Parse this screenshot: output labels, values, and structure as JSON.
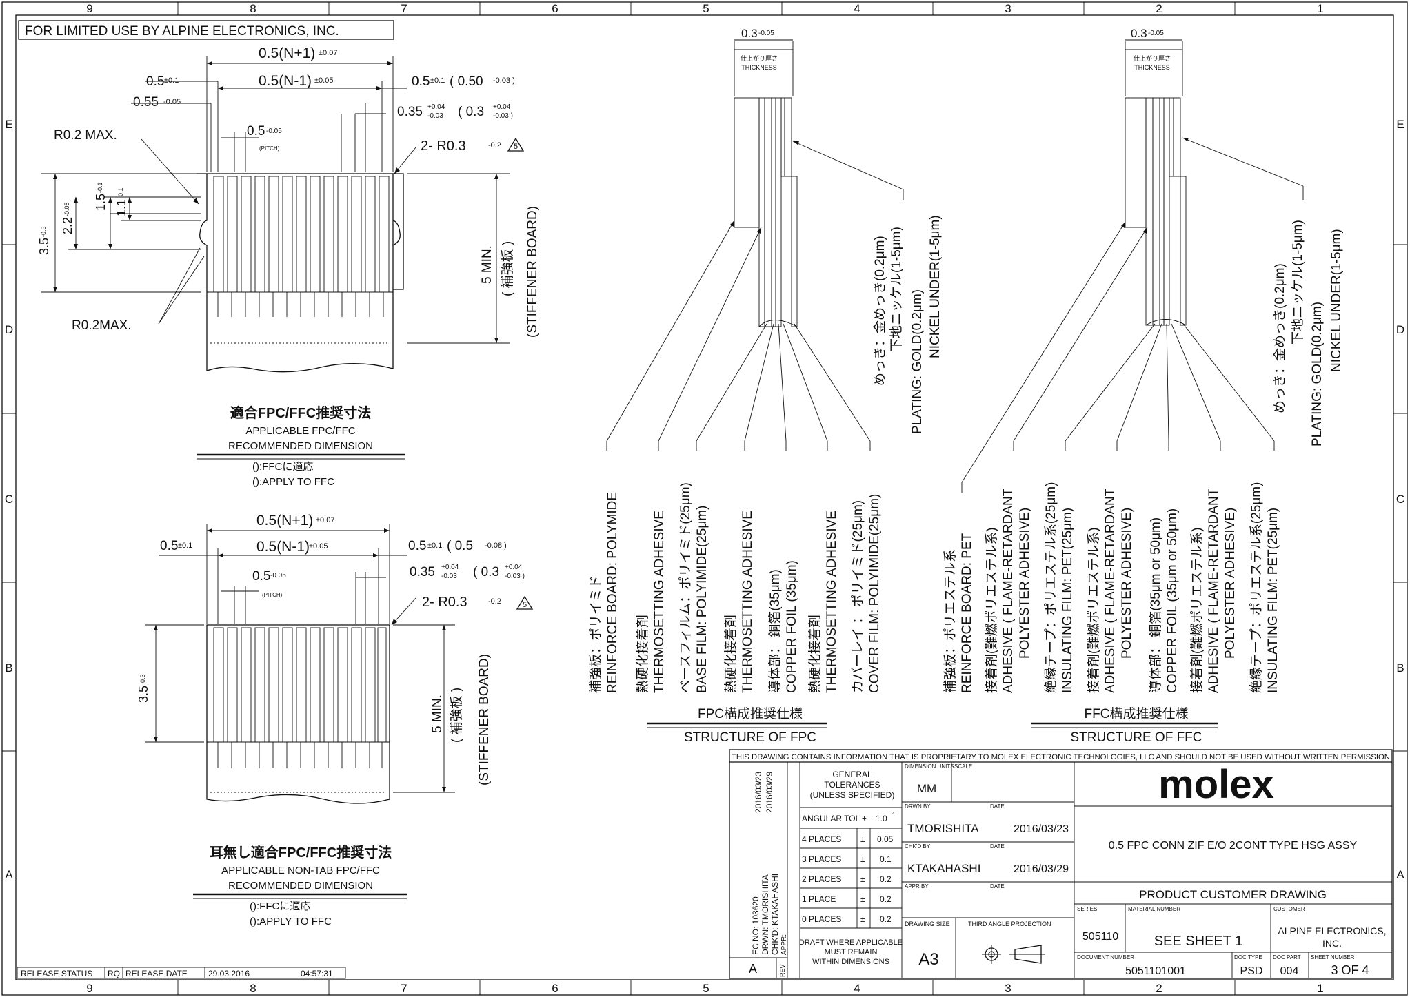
{
  "grid": {
    "cols_top": [
      "9",
      "8",
      "7",
      "6",
      "5",
      "4",
      "3",
      "2",
      "1"
    ],
    "cols_bottom": [
      "9",
      "8",
      "7",
      "6",
      "5",
      "4",
      "3",
      "2",
      "1"
    ],
    "rows": [
      "E",
      "D",
      "C",
      "B",
      "A"
    ]
  },
  "restriction_banner": "FOR LIMITED USE BY ALPINE ELECTRONICS, INC.",
  "view_top": {
    "dim_total": "0.5(N+1)",
    "dim_total_tol": "±0.07",
    "dim_inner": "0.5(N-1)",
    "dim_inner_tol": "±0.05",
    "dim_left_a": "0.5",
    "dim_left_a_tol": "±0.1",
    "dim_left_b": "0.55",
    "dim_left_b_tol": "-0.05",
    "dim_right_a": "0.5",
    "dim_right_a_tol": "±0.1",
    "dim_right_a_ffc": "( 0.50",
    "dim_right_a_ffc_tol": "-0.03 )",
    "dim_right_b": "0.35",
    "dim_right_b_tol_up": "+0.04",
    "dim_right_b_tol_dn": "-0.03",
    "dim_right_b_ffc": "( 0.3",
    "dim_right_b_ffc_tol_up": "+0.04",
    "dim_right_b_ffc_tol_dn": "-0.03 )",
    "pitch": "0.5",
    "pitch_tol": "-0.05",
    "pitch_label": "(PITCH)",
    "r_top": "R0.2 MAX.",
    "r_bottom": "R0.2MAX.",
    "r_corner": "2- R0.3",
    "r_corner_tol": "-0.2",
    "rev_mark": "5",
    "h_total": "3.5",
    "h_total_tol": "-0.3",
    "h_a": "2.2",
    "h_a_tol": "-0.05",
    "h_b": "1.5",
    "h_b_tol": "-0.1",
    "h_c": "1.1",
    "h_c_tol": "-0.1",
    "stiff_dim": "5 MIN.",
    "stiff_jp": "( 補強板 )",
    "stiff_en": "(STIFFENER BOARD)",
    "title_jp": "適合FPC/FFC推奨寸法",
    "title_en1": "APPLICABLE FPC/FFC",
    "title_en2": "RECOMMENDED DIMENSION",
    "note_jp": "():FFCに適応",
    "note_en": "():APPLY TO FFC"
  },
  "view_bottom": {
    "dim_total": "0.5(N+1)",
    "dim_total_tol": "±0.07",
    "dim_inner": "0.5(N-1)",
    "dim_inner_tol": "±0.05",
    "dim_left_a": "0.5",
    "dim_left_a_tol": "±0.1",
    "dim_right_a": "0.5",
    "dim_right_a_tol": "±0.1",
    "dim_right_a_ffc": "( 0.5",
    "dim_right_a_ffc_tol": "-0.08 )",
    "dim_right_b": "0.35",
    "dim_right_b_tol_up": "+0.04",
    "dim_right_b_tol_dn": "-0.03",
    "dim_right_b_ffc": "( 0.3",
    "dim_right_b_ffc_tol_up": "+0.04",
    "dim_right_b_ffc_tol_dn": "-0.03 )",
    "pitch": "0.5",
    "pitch_tol": "-0.05",
    "pitch_label": "(PITCH)",
    "r_corner": "2- R0.3",
    "r_corner_tol": "-0.2",
    "rev_mark": "5",
    "h_total": "3.5",
    "h_total_tol": "-0.3",
    "stiff_dim": "5 MIN.",
    "stiff_jp": "( 補強板 )",
    "stiff_en": "(STIFFENER BOARD)",
    "title_jp": "耳無し適合FPC/FFC推奨寸法",
    "title_en1": "APPLICABLE NON-TAB FPC/FFC",
    "title_en2": "RECOMMENDED DIMENSION",
    "note_jp": "():FFCに適応",
    "note_en": "():APPLY TO FFC"
  },
  "fpc": {
    "thickness": "0.3",
    "thickness_tol": "-0.05",
    "thickness_jp": "仕上がり厚さ",
    "thickness_en": "THICKNESS",
    "plating": [
      "めっき：金めっき(0.2μm)",
      "下地ニッケル(1-5μm)",
      "PLATING: GOLD(0.2μm)",
      "NICKEL UNDER(1-5μm)"
    ],
    "layers": [
      [
        "補強板：ポリイミド",
        "REINFORCE BOARD: POLYMIDE"
      ],
      [
        "熱硬化接着剤",
        "THERMOSETTING ADHESIVE"
      ],
      [
        "ベースフィルム：ポリイミド(25μm)",
        "BASE FILM: POLYIMIDE(25μm)"
      ],
      [
        "熱硬化接着剤",
        "THERMOSETTING ADHESIVE"
      ],
      [
        "導体部： 銅箔(35μm)",
        "COPPER FOIL (35μm)"
      ],
      [
        "熱硬化接着剤",
        "THERMOSETTING ADHESIVE"
      ],
      [
        "カバーレイ ： ポリイミド(25μm)",
        "COVER FILM: POLYIMIDE(25μm)"
      ]
    ],
    "title_jp": "FPC構成推奨仕様",
    "title_en": "STRUCTURE OF FPC"
  },
  "ffc": {
    "thickness": "0.3",
    "thickness_tol": "-0.05",
    "thickness_jp": "仕上がり厚さ",
    "thickness_en": "THICKNESS",
    "plating": [
      "めっき：金めっき(0.2μm)",
      "下地ニッケル(1-5μm)",
      "PLATING: GOLD(0.2μm)",
      "NICKEL UNDER(1-5μm)"
    ],
    "layers": [
      [
        "補強板：ポリエステル系",
        "REINFORCE BOARD: PET"
      ],
      [
        "接着剤(難燃ポリエステル系)",
        "ADHESIVE ( FLAME-RETARDANT",
        "POLYESTER ADHESIVE)"
      ],
      [
        "絶縁テープ：ポリエステル系(25μm)",
        "INSULATING FILM: PET(25μm)"
      ],
      [
        "接着剤(難燃ポリエステル系)",
        "ADHESIVE ( FLAME-RETARDANT",
        "POLYESTER ADHESIVE)"
      ],
      [
        "導体部： 銅箔(35μm or 50μm)",
        "COPPER FOIL (35μm or 50μm)"
      ],
      [
        "接着剤(難燃ポリエステル系)",
        "ADHESIVE ( FLAME-RETARDANT",
        "POLYESTER ADHESIVE)"
      ],
      [
        "絶縁テープ：ポリエステル系(25μm)",
        "INSULATING FILM: PET(25μm)"
      ]
    ],
    "title_jp": "FFC構成推奨仕様",
    "title_en": "STRUCTURE OF FFC"
  },
  "title_block": {
    "proprietary": "THIS DRAWING CONTAINS INFORMATION THAT IS PROPRIETARY TO MOLEX ELECTRONIC TECHNOLOGIES, LLC AND SHOULD NOT BE USED WITHOUT WRITTEN PERMISSION",
    "date1": "2016/03/23",
    "date2": "2016/03/29",
    "ec_no": "EC NO: 103620",
    "drwn": "DRWN: TMORISHITA",
    "chkd": "CHK'D: KTAKAHASHI",
    "appr": "APPR:",
    "rev_label": "REV",
    "rev": "A",
    "general_tol": [
      "GENERAL",
      "TOLERANCES",
      "(UNLESS SPECIFIED)"
    ],
    "tol_rows": [
      [
        "ANGULAR TOL ±",
        "",
        "1.0",
        "°"
      ],
      [
        "4 PLACES",
        "±",
        "0.05",
        ""
      ],
      [
        "3 PLACES",
        "±",
        "0.1",
        ""
      ],
      [
        "2 PLACES",
        "±",
        "0.2",
        ""
      ],
      [
        "1 PLACE",
        "±",
        "0.2",
        ""
      ],
      [
        "0 PLACES",
        "±",
        "0.2",
        ""
      ]
    ],
    "draft_note": [
      "DRAFT WHERE APPLICABLE",
      "MUST REMAIN",
      "WITHIN DIMENSIONS"
    ],
    "dim_units_label": "DIMENSION UNITS",
    "dim_units": "MM",
    "scale_label": "SCALE",
    "drwn_by_label": "DRWN BY",
    "drwn_by": "TMORISHITA",
    "drwn_date": "2016/03/23",
    "chkd_by_label": "CHK'D BY",
    "chkd_by": "KTAKAHASHI",
    "chkd_date": "2016/03/29",
    "appr_by_label": "APPR BY",
    "date_label": "DATE",
    "drawing_size_label": "DRAWING SIZE",
    "drawing_size": "A3",
    "projection_label": "THIRD ANGLE PROJECTION",
    "logo": "molex",
    "description": "0.5 FPC CONN ZIF E/O 2CONT TYPE HSG ASSY",
    "doc_kind": "PRODUCT CUSTOMER DRAWING",
    "series_label": "SERIES",
    "series": "505110",
    "material_label": "MATERIAL NUMBER",
    "material": "SEE SHEET 1",
    "customer_label": "CUSTOMER",
    "customer": [
      "ALPINE ELECTRONICS,",
      "INC."
    ],
    "doc_number_label": "DOCUMENT NUMBER",
    "doc_number": "5051101001",
    "doc_type_label": "DOC TYPE",
    "doc_type": "PSD",
    "doc_part_label": "DOC PART",
    "doc_part": "004",
    "sheet_label": "SHEET NUMBER",
    "sheet": "3 OF 4"
  },
  "release": {
    "status_label": "RELEASE STATUS",
    "status": "RQ",
    "date_label": "RELEASE DATE",
    "date": "29.03.2016",
    "time": "04:57:31"
  }
}
